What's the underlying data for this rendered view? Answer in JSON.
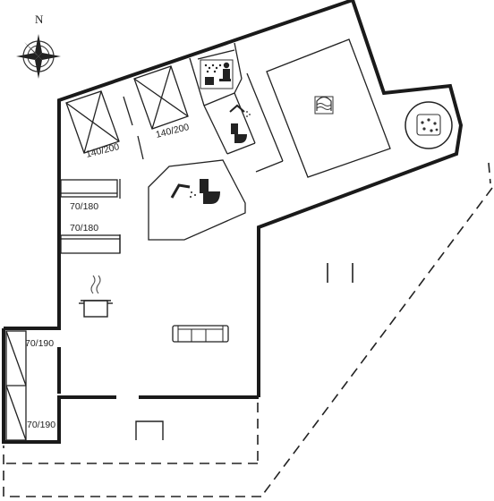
{
  "compass": {
    "label": "N"
  },
  "bedrooms": {
    "bed_a": "140/200",
    "bed_b": "140/200"
  },
  "bunks": {
    "upper": "70/180",
    "lower": "70/180"
  },
  "annex": {
    "upper": "70/190",
    "lower": "70/190"
  },
  "icons": {
    "sauna": "sauna-icon",
    "shower": "shower-icon",
    "toilet": "toilet-icon",
    "pool": "pool-icon",
    "spa": "spa-bath-icon",
    "stove": "cooking-pot-icon",
    "sofa": "sofa-icon"
  }
}
